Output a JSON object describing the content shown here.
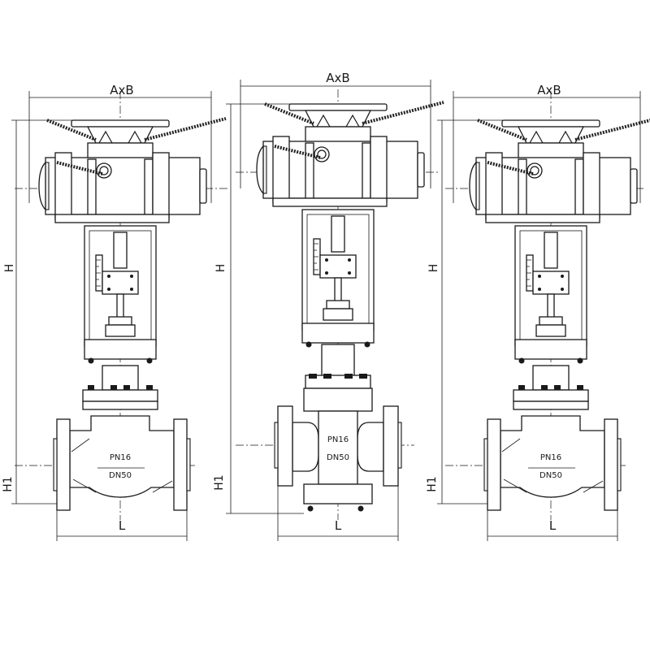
{
  "views": [
    {
      "id": "left",
      "dim_top": "AxB",
      "dim_height": "H",
      "dim_height_small": "H1",
      "dim_bottom": "L",
      "pressure": "PN16",
      "size": "DN50",
      "type": "straight"
    },
    {
      "id": "center",
      "dim_top": "AxB",
      "dim_height": "H",
      "dim_height_small": "H1",
      "dim_bottom": "L",
      "pressure": "PN16",
      "size": "DN50",
      "type": "three-way"
    },
    {
      "id": "right",
      "dim_top": "AxB",
      "dim_height": "H",
      "dim_height_small": "H1",
      "dim_bottom": "L",
      "pressure": "PN16",
      "size": "DN50",
      "type": "straight"
    }
  ],
  "colors": {
    "line": "#1a1a1a",
    "background": "#ffffff"
  }
}
